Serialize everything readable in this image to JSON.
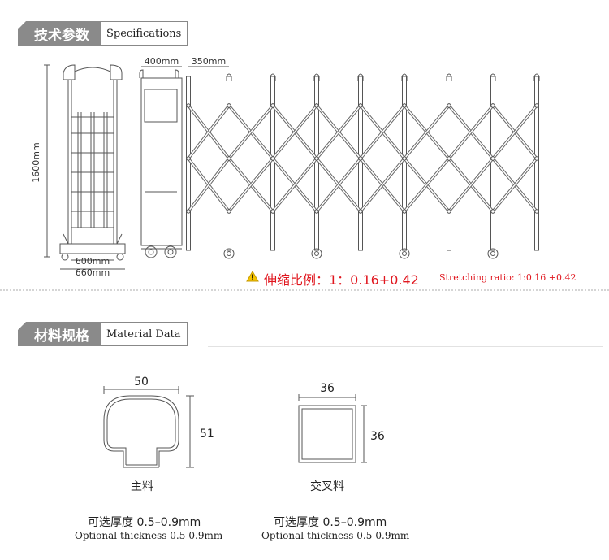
{
  "specs_section": {
    "title_cn": "技术参数",
    "title_en": "Specifications"
  },
  "dimensions": {
    "height": "1600mm",
    "inner_width": "600mm",
    "outer_width": "660mm",
    "head_width": "400mm",
    "pitch": "350mm"
  },
  "stretch_ratio": {
    "label_cn": "伸缩比例：1：0.16+0.42",
    "label_en": "Stretching ratio: 1:0.16 +0.42"
  },
  "material_section": {
    "title_cn": "材料规格",
    "title_en": "Material Data"
  },
  "profiles": [
    {
      "width": "50",
      "height": "51",
      "name_cn": "主料",
      "thickness_cn": "可选厚度 0.5–0.9mm",
      "thickness_en": "Optional thickness 0.5-0.9mm"
    },
    {
      "width": "36",
      "height": "36",
      "name_cn": "交叉料",
      "thickness_cn": "可选厚度 0.5–0.9mm",
      "thickness_en": "Optional thickness 0.5-0.9mm"
    }
  ],
  "colors": {
    "header_bg": "#8a8a8a",
    "warning_red": "#e0161e",
    "warning_yellow": "#f5c400",
    "line": "#555555"
  }
}
